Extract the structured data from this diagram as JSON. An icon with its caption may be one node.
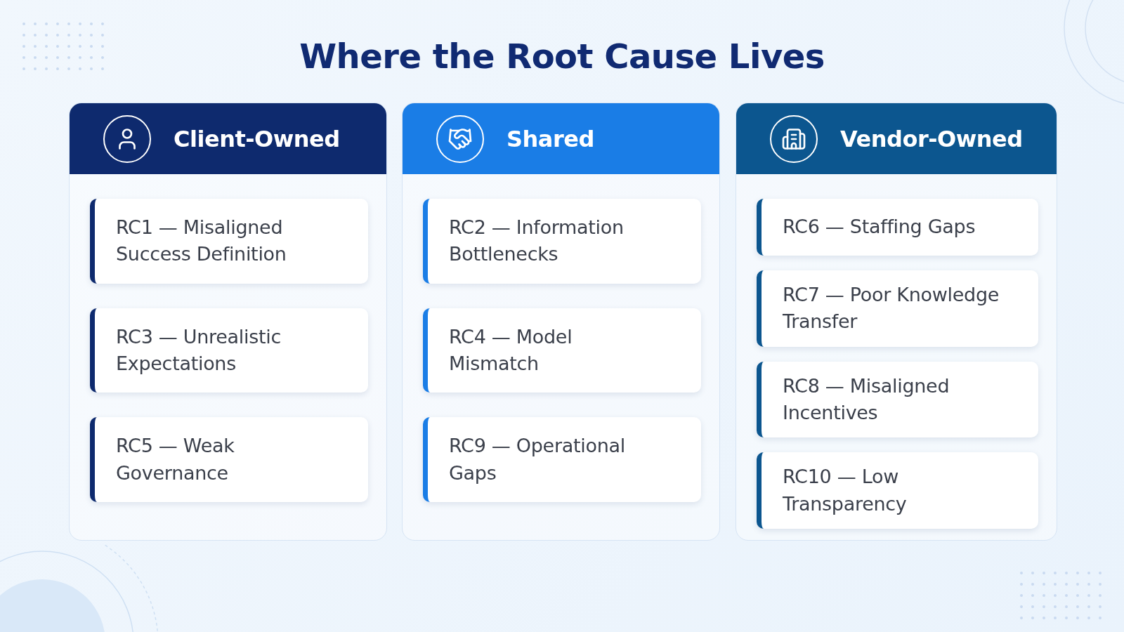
{
  "diagram": {
    "title": "Where the Root Cause Lives",
    "nodes": [
      {
        "text": [
          "Client-Owned"
        ]
      },
      {
        "text": [
          "RC1 — Misaligned Success Definition"
        ],
        "in": 0
      },
      {
        "text": [
          "RC3 — Unrealistic Expectations"
        ],
        "in": 0
      },
      {
        "text": [
          "RC5 — Weak Governance"
        ],
        "in": 0
      },
      {
        "text": [
          "Shared"
        ]
      },
      {
        "text": [
          "RC2 — Information Bottlenecks"
        ],
        "in": 4
      },
      {
        "text": [
          "RC4 — Model Mismatch"
        ],
        "in": 4
      },
      {
        "text": [
          "RC9 — Operational Gaps"
        ],
        "in": 4
      },
      {
        "text": [
          "Vendor-Owned"
        ]
      },
      {
        "text": [
          "RC6 — Staffing Gaps"
        ],
        "in": 8
      },
      {
        "text": [
          "RC7 — Poor Knowledge Transfer"
        ],
        "in": 8
      },
      {
        "text": [
          "RC8 — Misaligned Incentives"
        ],
        "in": 8
      },
      {
        "text": [
          "RC10 — Low Transparency"
        ],
        "in": 8
      }
    ]
  }
}
